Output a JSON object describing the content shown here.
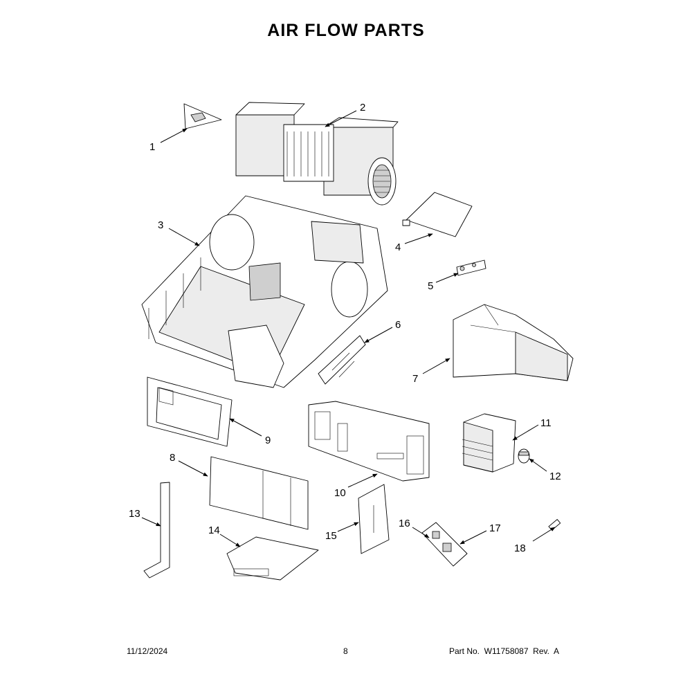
{
  "title": "AIR FLOW PARTS",
  "footer": {
    "date": "11/12/2024",
    "page": "8",
    "part_no": "Part No.  W11758087  Rev.  A"
  },
  "callouts": {
    "c1": "1",
    "c2": "2",
    "c3": "3",
    "c4": "4",
    "c5": "5",
    "c6": "6",
    "c7": "7",
    "c8": "8",
    "c9": "9",
    "c10": "10",
    "c11": "11",
    "c12": "12",
    "c13": "13",
    "c14": "14",
    "c15": "15",
    "c16": "16",
    "c17": "17",
    "c18": "18"
  }
}
